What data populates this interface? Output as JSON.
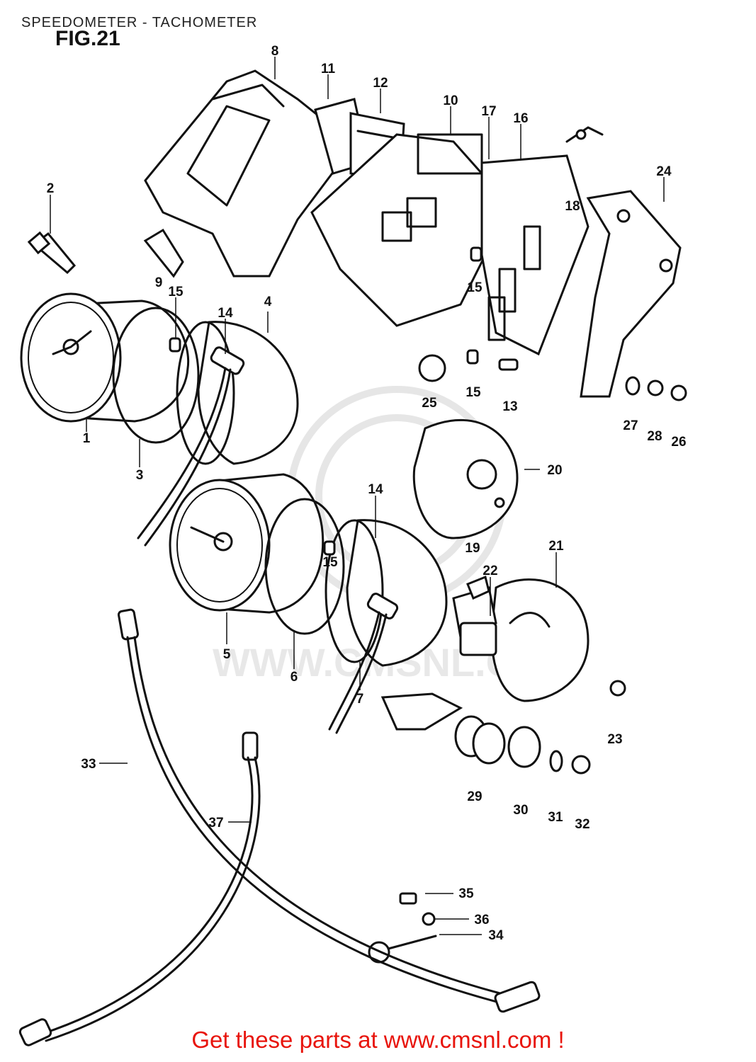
{
  "diagram": {
    "title": "SPEEDOMETER - TACHOMETER",
    "figure": "FIG.21",
    "watermark": "WWW.CMSNL.COM",
    "labels": [
      "1",
      "2",
      "3",
      "4",
      "5",
      "6",
      "7",
      "8",
      "9",
      "10",
      "11",
      "12",
      "13",
      "14",
      "14",
      "15",
      "15",
      "15",
      "15",
      "16",
      "17",
      "18",
      "19",
      "20",
      "21",
      "22",
      "23",
      "24",
      "25",
      "26",
      "27",
      "28",
      "29",
      "30",
      "31",
      "32",
      "33",
      "34",
      "35",
      "36",
      "37"
    ]
  },
  "footer": {
    "text": "Get these parts at www.cmsnl.com !",
    "color": "#e8140c"
  }
}
